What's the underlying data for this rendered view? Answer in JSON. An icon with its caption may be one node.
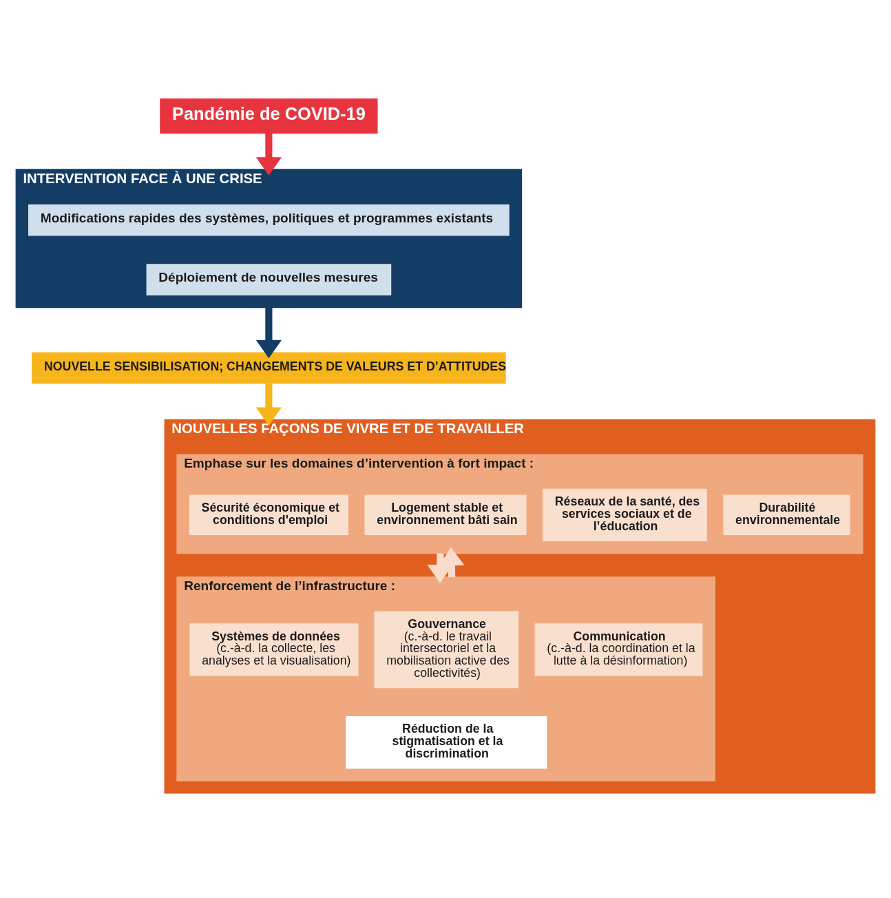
{
  "diagram": {
    "nodes": [
      {
        "text": [
          "Pandémie de COVID-19"
        ]
      },
      {
        "text": [
          "INTERVENTION FACE À UNE CRISE"
        ]
      },
      {
        "text": [
          "Modifications rapides des systèmes, politiques et programmes existants"
        ],
        "in": 1
      },
      {
        "text": [
          "Déploiement de nouvelles mesures"
        ],
        "in": 1
      },
      {
        "text": [
          "NOUVELLE SENSIBILISATION; CHANGEMENTS DE VALEURS ET D’ATTITUDES"
        ]
      },
      {
        "text": [
          "NOUVELLES FAÇONS DE VIVRE ET DE TRAVAILLER"
        ]
      },
      {
        "text": [
          "Emphase sur les domaines d’intervention à fort impact :"
        ],
        "in": 5
      },
      {
        "text": [
          "Sécurité économique et conditions d'emploi"
        ],
        "in": 6
      },
      {
        "text": [
          "Logement stable et environnement bâti sain"
        ],
        "in": 6
      },
      {
        "text": [
          "Réseaux de la santé, des services sociaux et de l’éducation"
        ],
        "in": 6
      },
      {
        "text": [
          "Durabilité environnementale"
        ],
        "in": 6
      },
      {
        "text": [
          "Renforcement de l’infrastructure :"
        ],
        "in": 5
      },
      {
        "text": [
          "Systèmes de données",
          "(c.-à-d. la collecte, les analyses et la visualisation)"
        ],
        "in": 11
      },
      {
        "text": [
          "Gouvernance",
          "(c.-à-d. le travail intersectoriel et la mobilisation active des collectivités)"
        ],
        "in": 11
      },
      {
        "text": [
          "Communication",
          "(c.-à-d. la coordination et la lutte à la désinformation)"
        ],
        "in": 11
      },
      {
        "text": [
          "Réduction de la stigmatisation et la discrimination"
        ],
        "in": 11
      }
    ],
    "edges": [
      {
        "from": 0,
        "to": 1,
        "arrow": "to",
        "color": "#e8343f"
      },
      {
        "from": 1,
        "to": 4,
        "arrow": "to",
        "color": "#143d66"
      },
      {
        "from": 4,
        "to": 5,
        "arrow": "to",
        "color": "#f7b51c"
      },
      {
        "from": 6,
        "to": 11,
        "arrow": "to",
        "color": "#f9dccb"
      },
      {
        "from": 11,
        "to": 6,
        "arrow": "to",
        "color": "#f9dccb"
      }
    ]
  }
}
